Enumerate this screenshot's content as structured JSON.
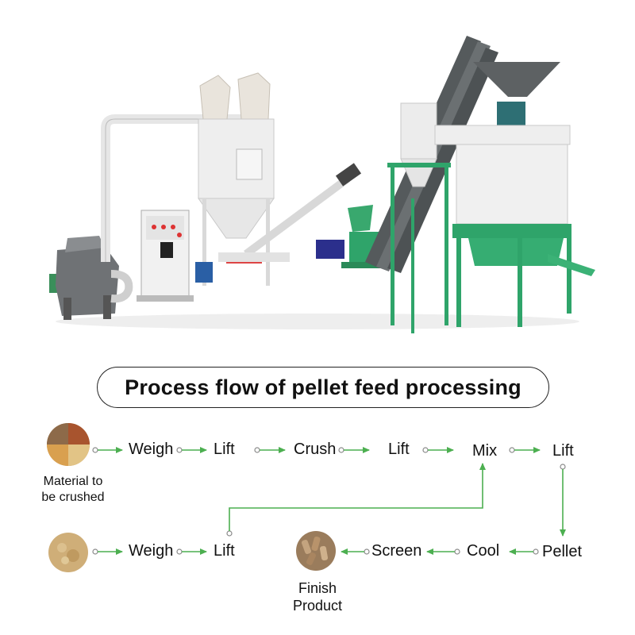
{
  "title": "Process flow of pellet feed processing",
  "row1": {
    "source_caption_line1": "Material to",
    "source_caption_line2": "be crushed",
    "steps": [
      "Weigh",
      "Lift",
      "Crush",
      "Lift",
      "Mix",
      "Lift"
    ]
  },
  "row2": {
    "steps": [
      "Weigh",
      "Lift"
    ]
  },
  "row3": {
    "steps": [
      "Pellet",
      "Cool",
      "Screen"
    ],
    "product_caption_line1": "Finish",
    "product_caption_line2": "Product"
  },
  "colors": {
    "arrow": "#4caf50",
    "machine_green": "#2fa46a",
    "title_border": "#222222"
  },
  "icons": [
    "hammer-mill-icon",
    "control-cabinet-icon",
    "mixer-silo-icon",
    "screw-conveyor-icon",
    "pellet-mill-icon",
    "bucket-elevator-icon",
    "cooler-icon",
    "hopper-icon"
  ]
}
